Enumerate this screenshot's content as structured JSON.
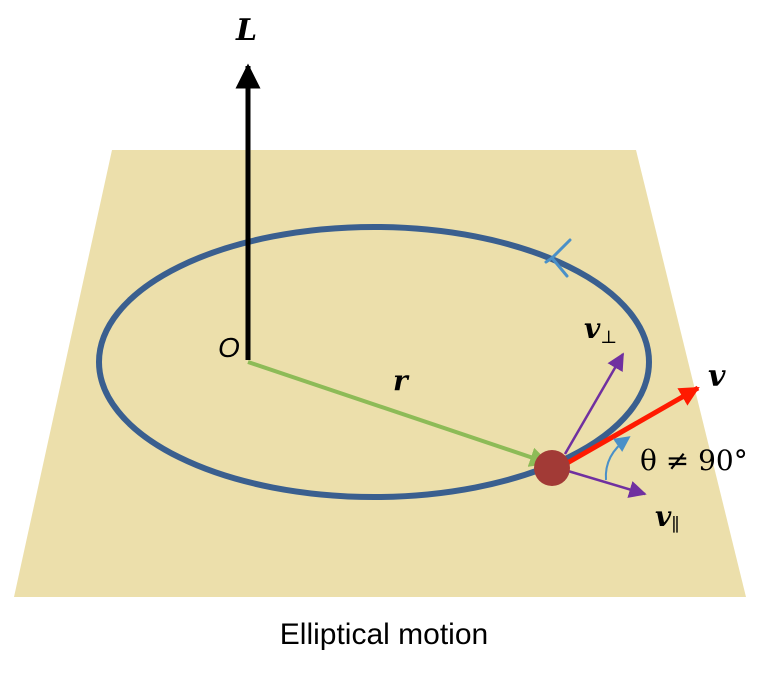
{
  "labels": {
    "angular_momentum": "L",
    "origin": "O",
    "position": "r",
    "velocity": "v",
    "v_perp_symbol": "v",
    "v_perp_sub": "⊥",
    "v_par_symbol": "v",
    "v_par_sub": "∥",
    "angle": "θ ≠ 90°"
  },
  "caption": "Elliptical motion",
  "colors": {
    "plane": "#ecdfab",
    "orbit": "#3a5f8f",
    "direction_marker": "#4a90c8",
    "position_vector": "#8dbb57",
    "velocity": "#ff1a00",
    "components": "#7030a0",
    "angle_arc": "#4a90c8",
    "particle": "#a23a36",
    "axis": "#000000"
  }
}
